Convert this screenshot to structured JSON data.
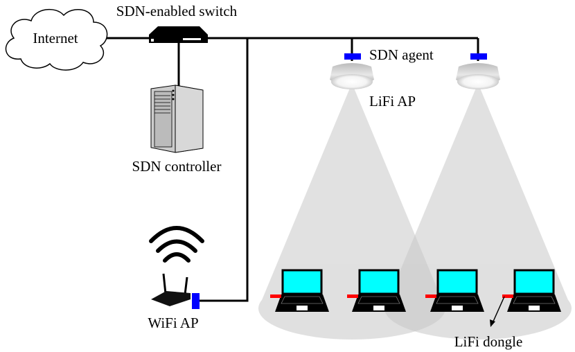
{
  "labels": {
    "internet": "Internet",
    "switch": "SDN-enabled switch",
    "controller": "SDN controller",
    "agent": "SDN agent",
    "lifi_ap": "LiFi AP",
    "wifi_ap": "WiFi AP",
    "dongle": "LiFi dongle"
  },
  "colors": {
    "agent": "#0000ff",
    "dongle": "#ff0000",
    "screen": "#00ffff",
    "cone": "#d9d9d9"
  }
}
